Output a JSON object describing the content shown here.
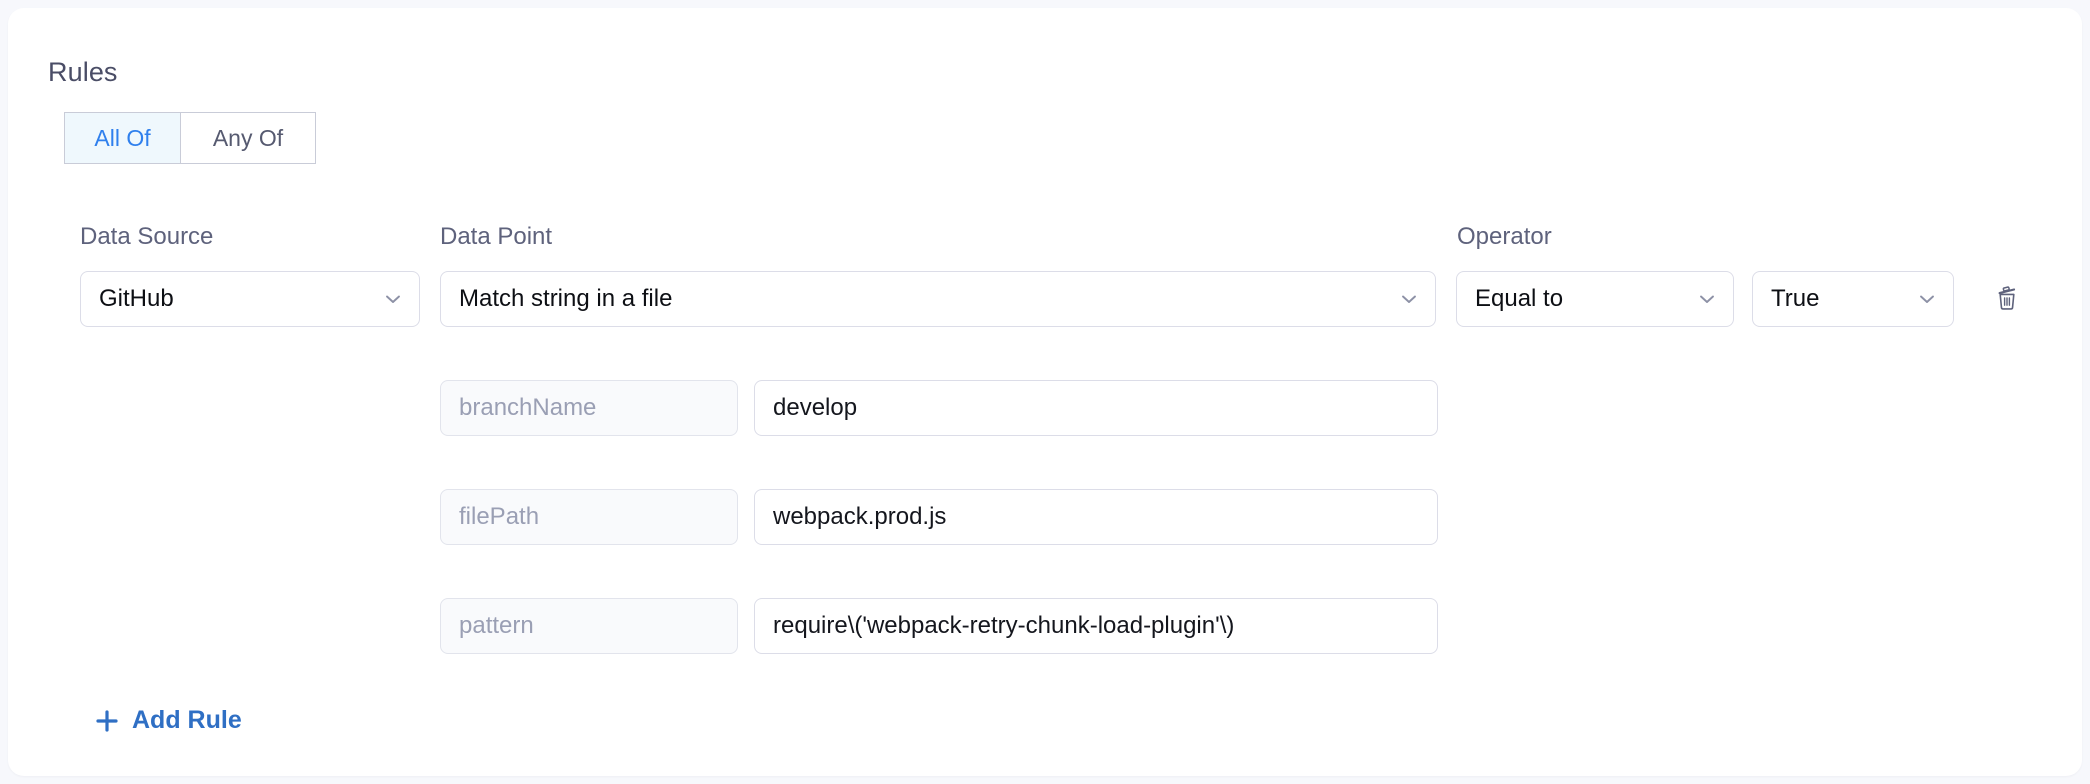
{
  "section": {
    "title": "Rules"
  },
  "match_toggle": {
    "options": [
      {
        "label": "All Of",
        "selected": true
      },
      {
        "label": "Any Of",
        "selected": false
      }
    ]
  },
  "columns": {
    "data_source_label": "Data Source",
    "data_point_label": "Data Point",
    "operator_label": "Operator"
  },
  "rule": {
    "data_source": {
      "value": "GitHub",
      "icon": "chevron-down-icon"
    },
    "data_point": {
      "value": "Match string in a file",
      "icon": "chevron-down-icon"
    },
    "operator": {
      "value": "Equal to",
      "icon": "chevron-down-icon"
    },
    "boolean": {
      "value": "True",
      "icon": "chevron-down-icon"
    },
    "delete": {
      "icon": "trash-icon"
    },
    "parameters": [
      {
        "key": "branchName",
        "value": "develop"
      },
      {
        "key": "filePath",
        "value": "webpack.prod.js"
      },
      {
        "key": "pattern",
        "value": "require\\('webpack-retry-chunk-load-plugin'\\)"
      }
    ]
  },
  "actions": {
    "add_rule_label": "Add Rule",
    "add_rule_icon": "plus-icon"
  },
  "colors": {
    "page_background": "#f7f8fc",
    "card_background": "#ffffff",
    "accent_blue": "#2f80ed",
    "link_blue": "#2f6fc4",
    "toggle_active_background": "#eff8fd",
    "label_text": "#5e627c",
    "placeholder_text": "#9a9fb4",
    "border": "#dcdde8",
    "param_key_background": "#f9fafc"
  }
}
